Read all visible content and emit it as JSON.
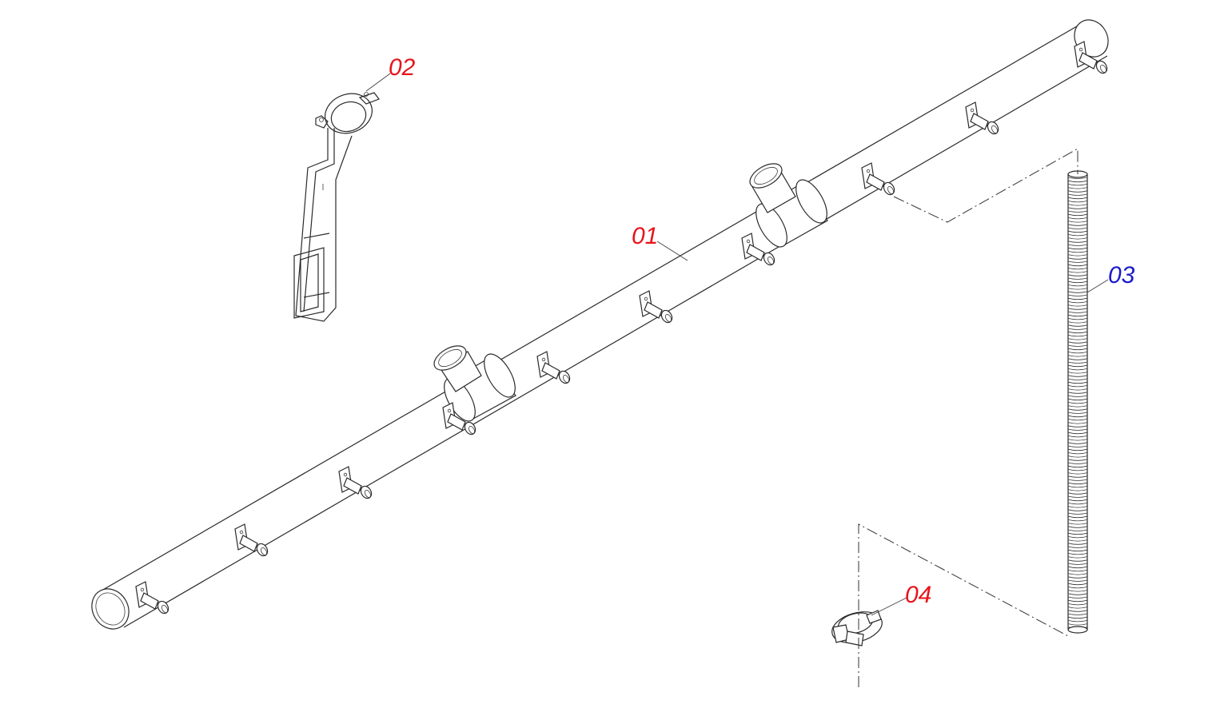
{
  "callouts": [
    {
      "id": "01",
      "label": "01",
      "color": "#e8141b"
    },
    {
      "id": "02",
      "label": "02",
      "color": "#e8141b"
    },
    {
      "id": "03",
      "label": "03",
      "color": "#1a1acc"
    },
    {
      "id": "04",
      "label": "04",
      "color": "#e8141b"
    }
  ],
  "parts": [
    {
      "callout": "01",
      "name": "manifold-pipe"
    },
    {
      "callout": "02",
      "name": "pipe-bracket"
    },
    {
      "callout": "03",
      "name": "corrugated-hose"
    },
    {
      "callout": "04",
      "name": "hose-clamp"
    }
  ]
}
